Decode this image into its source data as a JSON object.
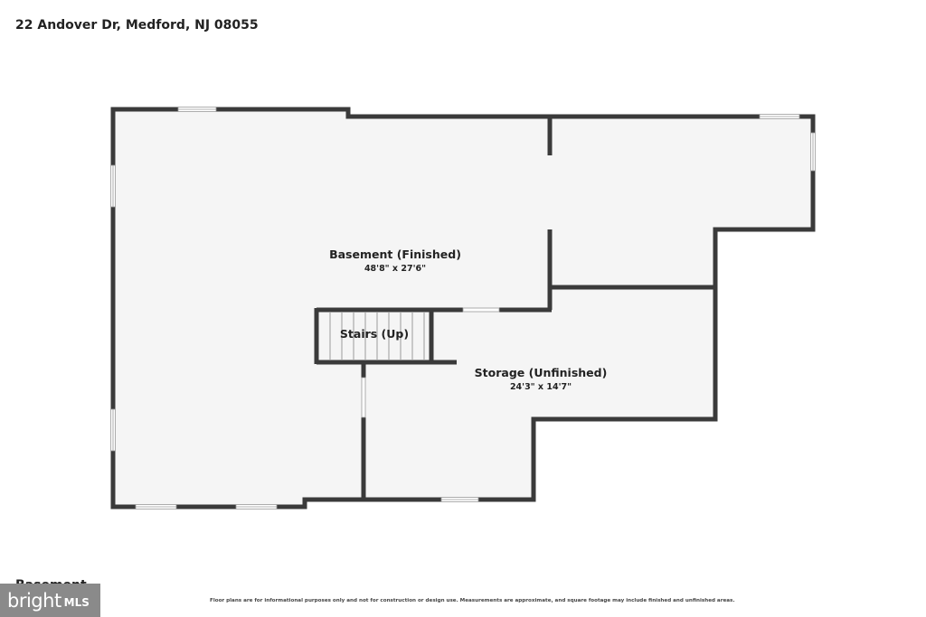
{
  "header": {
    "address": "22 Andover Dr, Medford, NJ 08055"
  },
  "floor": {
    "label": "Basement"
  },
  "rooms": [
    {
      "name": "Basement (Finished)",
      "dimensions": "48'8\" x 27'6\""
    },
    {
      "name": "Stairs (Up)",
      "dimensions": ""
    },
    {
      "name": "Storage (Unfinished)",
      "dimensions": "24'3\" x 14'7\""
    }
  ],
  "footer": {
    "disclaimer": "Floor plans are for informational purposes only and not for construction or design use. Measurements are approximate, and square footage may include finished and unfinished areas.",
    "logo_text": "bright",
    "logo_suffix": "MLS"
  },
  "colors": {
    "wall": "#3a3a3a",
    "floor": "#f5f5f5",
    "logo_bg": "#8a8a8a"
  }
}
